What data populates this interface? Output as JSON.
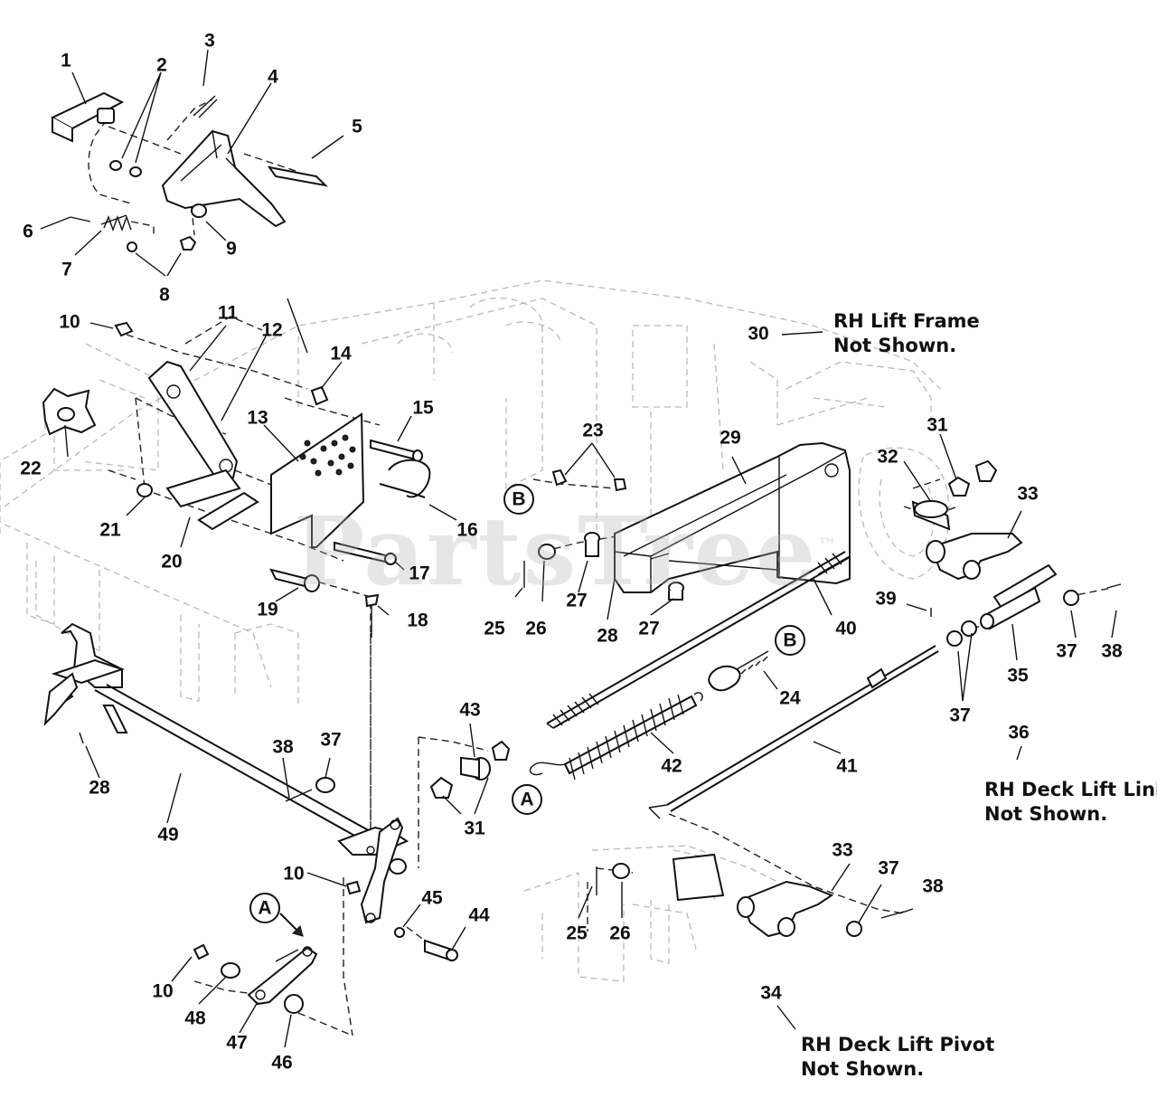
{
  "watermark": "PartsTree",
  "watermark_tm": "™",
  "callouts": [
    {
      "id": "c1",
      "label": "1"
    },
    {
      "id": "c2",
      "label": "2"
    },
    {
      "id": "c3",
      "label": "3"
    },
    {
      "id": "c4",
      "label": "4"
    },
    {
      "id": "c5",
      "label": "5"
    },
    {
      "id": "c6",
      "label": "6"
    },
    {
      "id": "c7",
      "label": "7"
    },
    {
      "id": "c8",
      "label": "8"
    },
    {
      "id": "c9",
      "label": "9"
    },
    {
      "id": "c10a",
      "label": "10"
    },
    {
      "id": "c11",
      "label": "11"
    },
    {
      "id": "c12",
      "label": "12"
    },
    {
      "id": "c13",
      "label": "13"
    },
    {
      "id": "c14",
      "label": "14"
    },
    {
      "id": "c15",
      "label": "15"
    },
    {
      "id": "c16",
      "label": "16"
    },
    {
      "id": "c17",
      "label": "17"
    },
    {
      "id": "c18",
      "label": "18"
    },
    {
      "id": "c19",
      "label": "19"
    },
    {
      "id": "c20",
      "label": "20"
    },
    {
      "id": "c21",
      "label": "21"
    },
    {
      "id": "c22",
      "label": "22"
    },
    {
      "id": "c23",
      "label": "23"
    },
    {
      "id": "c24",
      "label": "24"
    },
    {
      "id": "c25a",
      "label": "25"
    },
    {
      "id": "c26a",
      "label": "26"
    },
    {
      "id": "c27a",
      "label": "27"
    },
    {
      "id": "c27b",
      "label": "27"
    },
    {
      "id": "c28a",
      "label": "28"
    },
    {
      "id": "c29",
      "label": "29"
    },
    {
      "id": "c30",
      "label": "30"
    },
    {
      "id": "c31a",
      "label": "31"
    },
    {
      "id": "c32",
      "label": "32"
    },
    {
      "id": "c33a",
      "label": "33"
    },
    {
      "id": "c37a",
      "label": "37"
    },
    {
      "id": "c38a",
      "label": "38"
    },
    {
      "id": "c39",
      "label": "39"
    },
    {
      "id": "c40",
      "label": "40"
    },
    {
      "id": "c35",
      "label": "35"
    },
    {
      "id": "c37b",
      "label": "37"
    },
    {
      "id": "c36",
      "label": "36"
    },
    {
      "id": "c41",
      "label": "41"
    },
    {
      "id": "c42",
      "label": "42"
    },
    {
      "id": "c43",
      "label": "43"
    },
    {
      "id": "c31b",
      "label": "31"
    },
    {
      "id": "c28b",
      "label": "28"
    },
    {
      "id": "c49",
      "label": "49"
    },
    {
      "id": "c38b",
      "label": "38"
    },
    {
      "id": "c37c",
      "label": "37"
    },
    {
      "id": "c10b",
      "label": "10"
    },
    {
      "id": "c45",
      "label": "45"
    },
    {
      "id": "c44",
      "label": "44"
    },
    {
      "id": "c10c",
      "label": "10"
    },
    {
      "id": "c48",
      "label": "48"
    },
    {
      "id": "c47",
      "label": "47"
    },
    {
      "id": "c46",
      "label": "46"
    },
    {
      "id": "c33b",
      "label": "33"
    },
    {
      "id": "c37d",
      "label": "37"
    },
    {
      "id": "c38c",
      "label": "38"
    },
    {
      "id": "c25b",
      "label": "25"
    },
    {
      "id": "c26b",
      "label": "26"
    },
    {
      "id": "c34",
      "label": "34"
    }
  ],
  "ref_markers": [
    {
      "id": "mB1",
      "label": "B"
    },
    {
      "id": "mB2",
      "label": "B"
    },
    {
      "id": "mA1",
      "label": "A"
    },
    {
      "id": "mA2",
      "label": "A"
    }
  ],
  "notes": [
    {
      "id": "n30",
      "lines": [
        "RH Lift Frame",
        "Not Shown."
      ]
    },
    {
      "id": "n36",
      "lines": [
        "RH Deck Lift Link",
        "Not Shown."
      ]
    },
    {
      "id": "n34",
      "lines": [
        "RH Deck Lift Pivot",
        "Not Shown."
      ]
    }
  ]
}
